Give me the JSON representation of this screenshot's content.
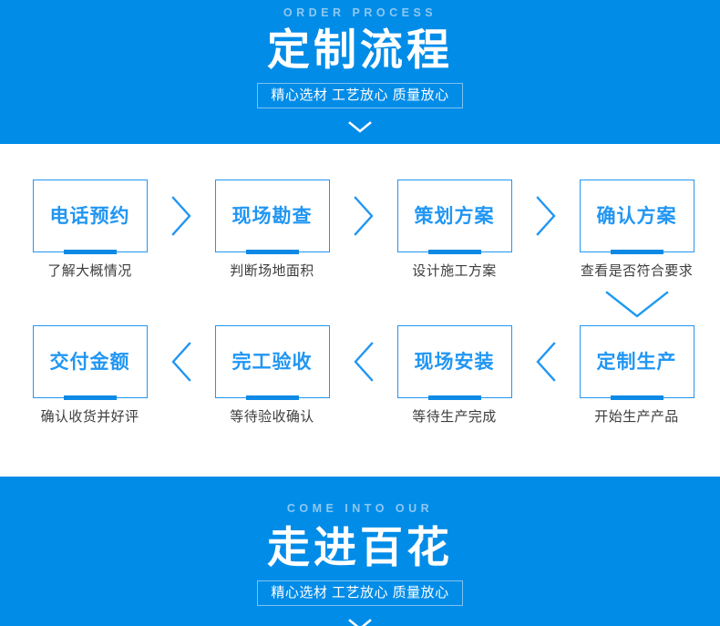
{
  "colors": {
    "banner_blue": "#018ce8",
    "accent_blue": "#2196f3",
    "eyebrow_blue": "#8ec8ef",
    "caption_gray": "#3d3d3d"
  },
  "top_banner": {
    "eyebrow": "ORDER PROCESS",
    "title": "定制流程",
    "tagline": "精心选材 工艺放心 质量放心",
    "chevron_icon": "chevron-down-icon"
  },
  "bottom_banner": {
    "eyebrow": "COME INTO OUR",
    "title": "走进百花",
    "tagline": "精心选材 工艺放心 质量放心",
    "chevron_icon": "chevron-down-icon"
  },
  "process": {
    "row1": {
      "direction": "right",
      "connector_icon": "chevron-right-icon",
      "steps": [
        {
          "label": "电话预约",
          "caption": "了解大概情况"
        },
        {
          "label": "现场勘查",
          "caption": "判断场地面积"
        },
        {
          "label": "策划方案",
          "caption": "设计施工方案"
        },
        {
          "label": "确认方案",
          "caption": "查看是否符合要求"
        }
      ]
    },
    "row_link": {
      "icon": "chevron-down-icon"
    },
    "row2": {
      "direction": "left",
      "connector_icon": "chevron-left-icon",
      "steps": [
        {
          "label": "交付金额",
          "caption": "确认收货并好评"
        },
        {
          "label": "完工验收",
          "caption": "等待验收确认"
        },
        {
          "label": "现场安装",
          "caption": "等待生产完成"
        },
        {
          "label": "定制生产",
          "caption": "开始生产产品"
        }
      ]
    }
  }
}
